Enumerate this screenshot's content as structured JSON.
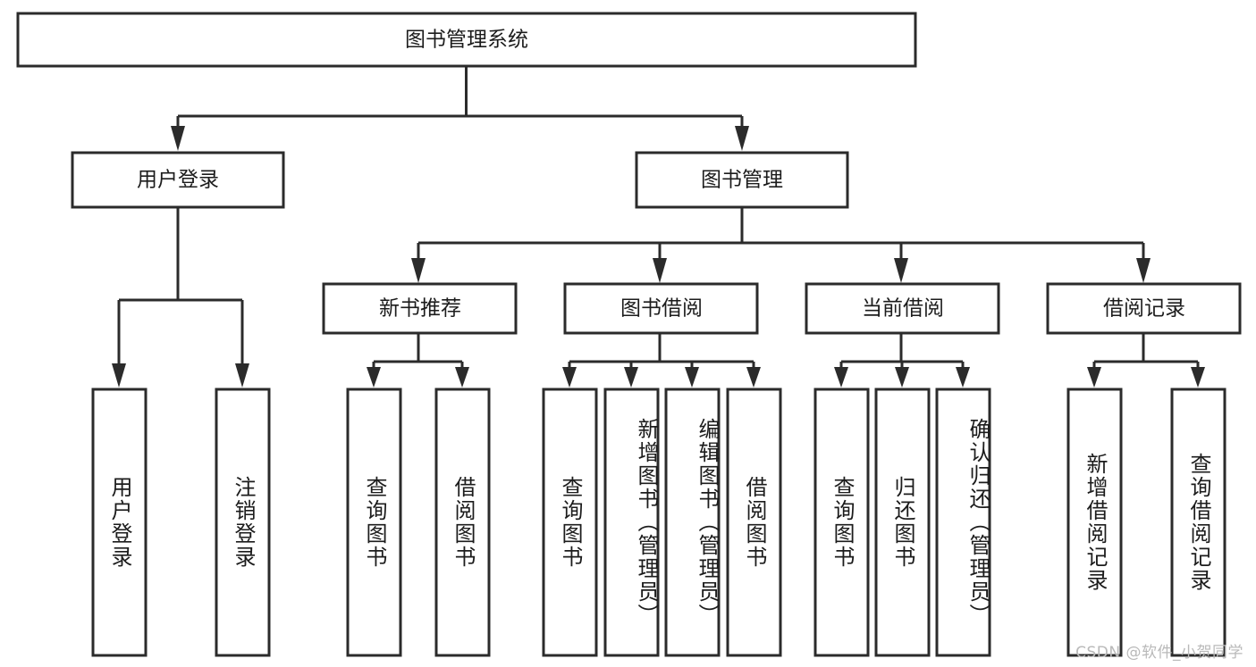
{
  "diagram": {
    "type": "tree-hierarchy",
    "title": "图书管理系统",
    "watermark": "CSDN @软件_小贺同学",
    "colors": {
      "stroke": "#2b2b2b",
      "fill": "#ffffff",
      "text": "#1c1c1c",
      "watermark": "#b9b9b9"
    },
    "levels": {
      "root": {
        "label": "图书管理系统"
      },
      "level2": [
        {
          "id": "user-login",
          "label": "用户登录"
        },
        {
          "id": "book-manage",
          "label": "图书管理"
        }
      ],
      "level3": [
        {
          "id": "new-book-rec",
          "label": "新书推荐",
          "parent": "book-manage"
        },
        {
          "id": "book-borrow",
          "label": "图书借阅",
          "parent": "book-manage"
        },
        {
          "id": "current-borrow",
          "label": "当前借阅",
          "parent": "book-manage"
        },
        {
          "id": "borrow-record",
          "label": "借阅记录",
          "parent": "book-manage"
        }
      ],
      "leaves": [
        {
          "id": "leaf-user-login",
          "label": "用户登录",
          "parent": "user-login"
        },
        {
          "id": "leaf-logout",
          "label": "注销登录",
          "parent": "user-login"
        },
        {
          "id": "leaf-query-book-1",
          "label": "查询图书",
          "parent": "new-book-rec"
        },
        {
          "id": "leaf-borrow-book-1",
          "label": "借阅图书",
          "parent": "new-book-rec"
        },
        {
          "id": "leaf-query-book-2",
          "label": "查询图书",
          "parent": "book-borrow"
        },
        {
          "id": "leaf-add-book",
          "label": "新增图书（管理员）",
          "parent": "book-borrow"
        },
        {
          "id": "leaf-edit-book",
          "label": "编辑图书（管理员）",
          "parent": "book-borrow"
        },
        {
          "id": "leaf-borrow-book-2",
          "label": "借阅图书",
          "parent": "book-borrow"
        },
        {
          "id": "leaf-query-book-3",
          "label": "查询图书",
          "parent": "current-borrow"
        },
        {
          "id": "leaf-return-book",
          "label": "归还图书",
          "parent": "current-borrow"
        },
        {
          "id": "leaf-confirm-return",
          "label": "确认归还（管理员）",
          "parent": "current-borrow"
        },
        {
          "id": "leaf-add-record",
          "label": "新增借阅记录",
          "parent": "borrow-record"
        },
        {
          "id": "leaf-query-record",
          "label": "查询借阅记录",
          "parent": "borrow-record"
        }
      ]
    }
  }
}
